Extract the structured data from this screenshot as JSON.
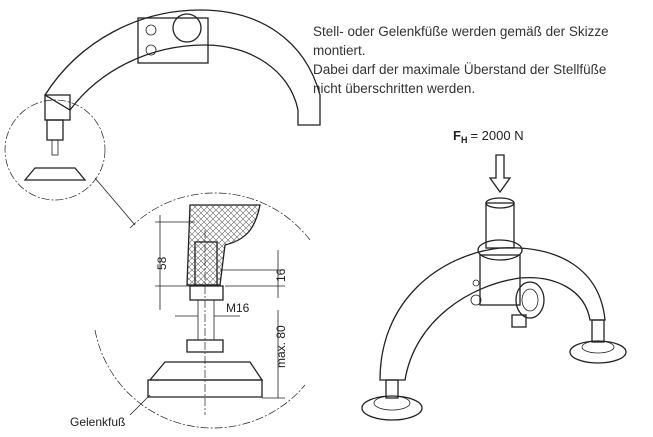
{
  "description": {
    "line1": "Stell- oder Gelenkfüße werden gemäß der Skizze",
    "line2": "montiert.",
    "line3": "Dabei darf der maximale Überstand der Stellfüße",
    "line4": "nicht überschritten werden."
  },
  "force": {
    "symbol": "F",
    "subscript": "H",
    "value": "= 2000 N"
  },
  "dimensions": {
    "height": "58",
    "thread_depth": "16",
    "thread": "M16",
    "max_overhang": "max. 80"
  },
  "labels": {
    "foot": "Gelenkfuß"
  }
}
